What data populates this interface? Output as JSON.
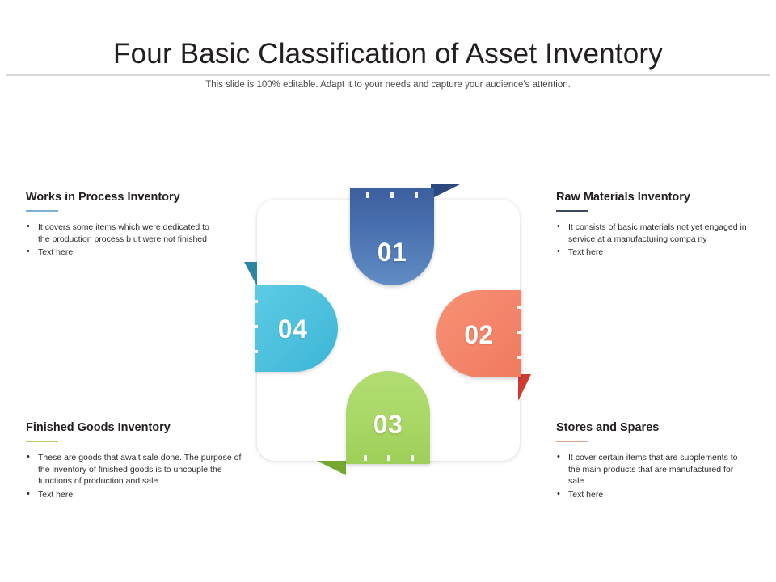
{
  "header": {
    "title": "Four Basic Classification of Asset Inventory",
    "subtitle": "This slide is 100% editable. Adapt it to your needs and capture your audience's attention."
  },
  "panels": [
    {
      "id": "works-in-process",
      "heading": "Works in Process Inventory",
      "accent": "#7fb2d6",
      "bullets": [
        "It covers some items which were dedicated to the production process b ut were not finished",
        "Text here"
      ]
    },
    {
      "id": "raw-materials",
      "heading": "Raw Materials Inventory",
      "accent": "#3a4a58",
      "bullets": [
        "It consists of basic materials not yet engaged in service at a manufacturing compa ny",
        "Text here"
      ]
    },
    {
      "id": "finished-goods",
      "heading": "Finished Goods Inventory",
      "accent": "#b6c96a",
      "bullets": [
        "These are goods that await sale done. The purpose of the inventory of finished goods is to uncouple the functions of production and sale",
        "Text here"
      ]
    },
    {
      "id": "stores-spares",
      "heading": "Stores and Spares",
      "accent": "#d8a08c",
      "bullets": [
        "It cover certain items that are supplements to the main products that are manufactured for sale",
        "Text here"
      ]
    }
  ],
  "diagram": {
    "petals": [
      {
        "id": "01",
        "number": "01",
        "position": "top",
        "color": "#4a72b0",
        "tail_color": "#2c4a80"
      },
      {
        "id": "02",
        "number": "02",
        "position": "right",
        "color": "#f4846a",
        "tail_color": "#cf3b31"
      },
      {
        "id": "03",
        "number": "03",
        "position": "bottom",
        "color": "#a9d765",
        "tail_color": "#74a833"
      },
      {
        "id": "04",
        "number": "04",
        "position": "left",
        "color": "#4cc0dd",
        "tail_color": "#2b879e"
      }
    ]
  },
  "bullet_glyph": "•"
}
